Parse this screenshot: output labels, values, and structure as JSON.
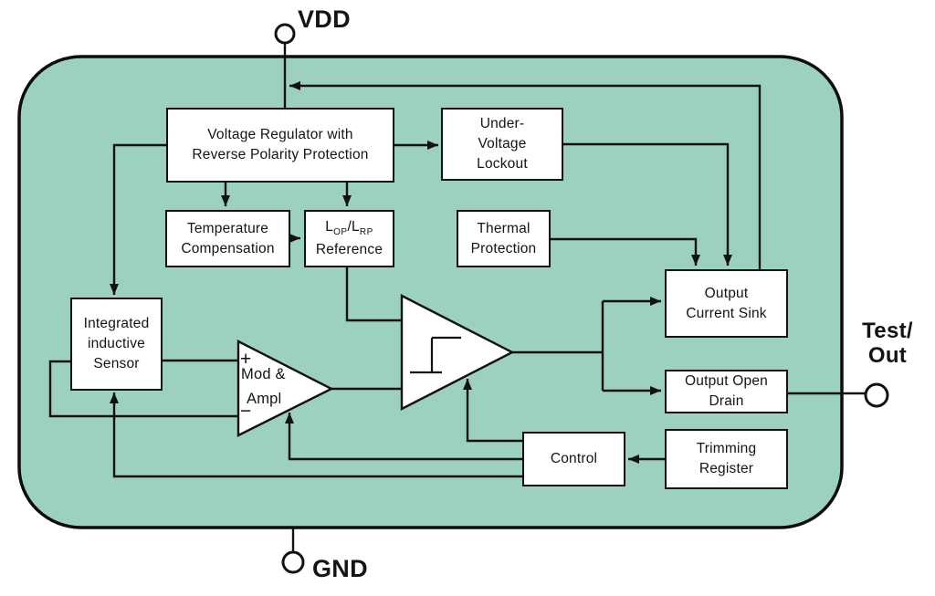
{
  "colors": {
    "chip_fill": "#9DD1BF",
    "line": "#121212",
    "box_fill": "#ffffff"
  },
  "pins": {
    "vdd": "VDD",
    "gnd": "GND",
    "test_out_line1": "Test/",
    "test_out_line2": "Out"
  },
  "blocks": {
    "regulator": {
      "line1": "Voltage Regulator with",
      "line2": "Reverse Polarity Protection"
    },
    "uvl": {
      "line1": "Under-",
      "line2": "Voltage",
      "line3": "Lockout"
    },
    "temp_comp": {
      "line1": "Temperature",
      "line2": "Compensation"
    },
    "reference": {
      "l1": "L",
      "sub1": "OP",
      "l2": "/L",
      "sub2": "RP",
      "line2": "Reference"
    },
    "thermal": {
      "line1": "Thermal",
      "line2": "Protection"
    },
    "sensor": {
      "line1": "Integrated",
      "line2": "inductive",
      "line3": "Sensor"
    },
    "mod_ampl": {
      "plus": "+",
      "line1": "Mod &",
      "line2": "Ampl",
      "minus": "−"
    },
    "output_current_sink": {
      "line1": "Output",
      "line2": "Current Sink"
    },
    "output_open_drain": {
      "line1": "Output Open",
      "line2": "Drain"
    },
    "control": {
      "line1": "Control"
    },
    "trimming": {
      "line1": "Trimming",
      "line2": "Register"
    }
  }
}
